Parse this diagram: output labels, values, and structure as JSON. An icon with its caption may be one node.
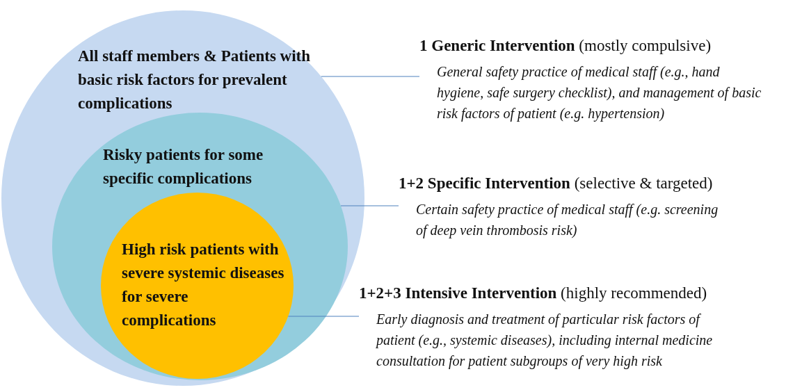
{
  "diagram": {
    "nodes": [
      {
        "text": [
          "All staff members & Patients with basic risk factors for prevalent complications"
        ]
      },
      {
        "text": [
          "Risky patients for some specific complications"
        ],
        "in": 0
      },
      {
        "text": [
          "High risk patients with severe systemic diseases for severe complications"
        ],
        "in": 1
      },
      {
        "text": [
          "**1 Generic Intervention** (mostly compulsive)",
          "General safety practice of medical staff (e.g., hand hygiene, safe surgery checklist), and management of basic risk factors of patient (e.g. hypertension)"
        ]
      },
      {
        "text": [
          "**1+2 Specific Intervention** (selective & targeted)",
          "Certain safety practice of medical staff (e.g. screening of deep vein thrombosis risk)"
        ]
      },
      {
        "text": [
          "**1+2+3 Intensive Intervention** (highly recommended)",
          "Early diagnosis and treatment of particular risk factors of patient (e.g., systemic diseases), including internal medicine consultation for patient subgroups of very high risk"
        ]
      }
    ],
    "edges": [
      {
        "from": 0,
        "to": 3,
        "arrow": "none"
      },
      {
        "from": 1,
        "to": 4,
        "arrow": "none"
      },
      {
        "from": 2,
        "to": 5,
        "arrow": "none"
      }
    ]
  }
}
